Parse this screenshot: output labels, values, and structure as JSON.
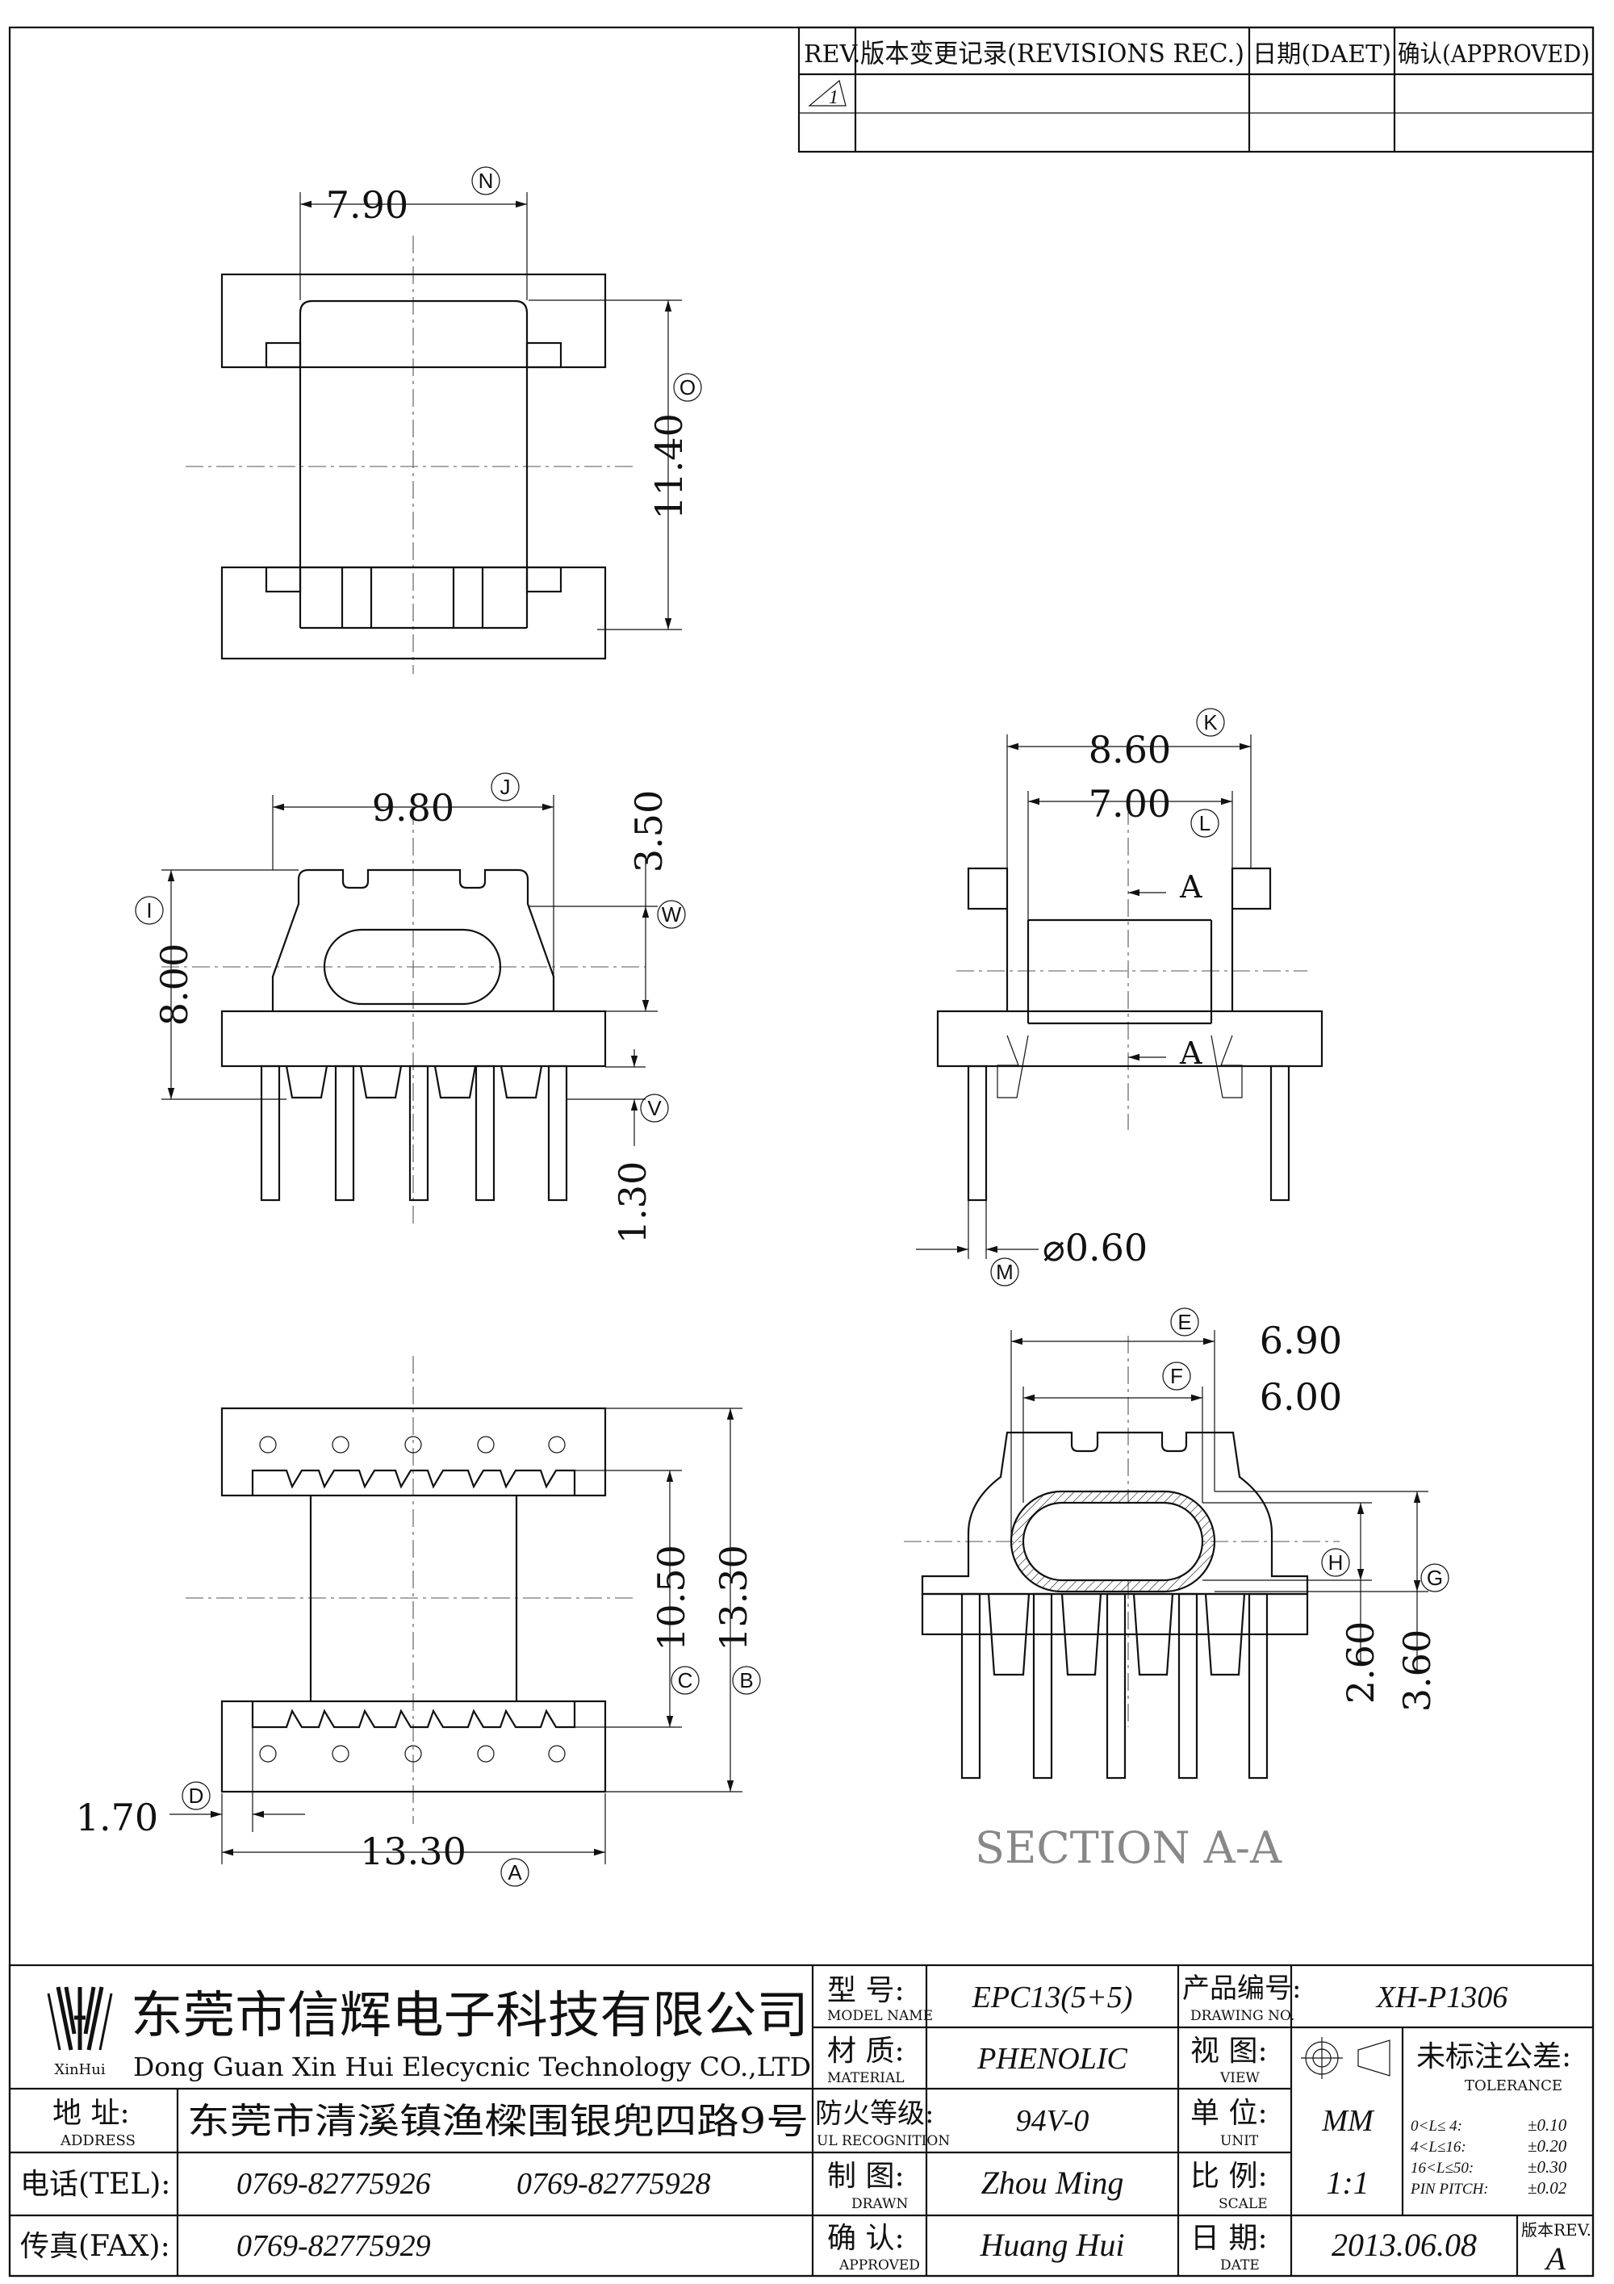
{
  "revision_table": {
    "headers": [
      "REV.",
      "版本变更记录(REVISIONS REC.)",
      "日期(DAET)",
      "确认(APPROVED)"
    ],
    "rev_mark": "1"
  },
  "dimensions": {
    "N": "7.90",
    "O": "11.40",
    "J": "9.80",
    "I": "8.00",
    "W": "3.50",
    "V": "1.30",
    "K": "8.60",
    "L": "7.00",
    "M": "⌀0.60",
    "C": "10.50",
    "B": "13.30",
    "A": "13.30",
    "D": "1.70",
    "E": "6.90",
    "F": "6.00",
    "H": "2.60",
    "G": "3.60"
  },
  "labels": {
    "N": "N",
    "O": "O",
    "J": "J",
    "I": "I",
    "W": "W",
    "V": "V",
    "K": "K",
    "L": "L",
    "M": "M",
    "C": "C",
    "B": "B",
    "A": "A",
    "D": "D",
    "E": "E",
    "F": "F",
    "H": "H",
    "G": "G",
    "section_arrow": "A",
    "section_title": "SECTION A-A"
  },
  "title_block": {
    "logo_text": "XinHui",
    "company_cn": "东莞市信辉电子科技有限公司",
    "company_en": "Dong Guan Xin Hui Elecycnic Technology CO.,LTD",
    "address_label": "地 址:",
    "address_label_en": "ADDRESS",
    "address": "东莞市清溪镇渔樑围银兜四路9号",
    "tel_label": "电话(TEL):",
    "tel1": "0769-82775926",
    "tel2": "0769-82775928",
    "fax_label": "传真(FAX):",
    "fax": "0769-82775929",
    "model_label": "型 号:",
    "model_label_en": "MODEL NAME",
    "model": "EPC13(5+5)",
    "material_label": "材 质:",
    "material_label_en": "MATERIAL",
    "material": "PHENOLIC",
    "ul_label": "防火等级:",
    "ul_label_en": "UL RECOGNITION",
    "ul": "94V-0",
    "drawn_label": "制 图:",
    "drawn_label_en": "DRAWN",
    "drawn": "Zhou Ming",
    "approved_label": "确 认:",
    "approved_label_en": "APPROVED",
    "approved": "Huang Hui",
    "drawing_no_label": "产品编号:",
    "drawing_no_label_en": "DRAWING NO.",
    "drawing_no": "XH-P1306",
    "view_label": "视 图:",
    "view_label_en": "VIEW",
    "unit_label": "单 位:",
    "unit_label_en": "UNIT",
    "unit": "MM",
    "scale_label": "比 例:",
    "scale_label_en": "SCALE",
    "scale": "1:1",
    "date_label": "日 期:",
    "date_label_en": "DATE",
    "date": "2013.06.08",
    "tolerance_title": "未标注公差:",
    "tolerance_title_en": "TOLERANCE",
    "tolerances": [
      {
        "range": "0<L≤ 4:",
        "value": "±0.10"
      },
      {
        "range": "4<L≤16:",
        "value": "±0.20"
      },
      {
        "range": "16<L≤50:",
        "value": "±0.30"
      },
      {
        "range": "PIN PITCH:",
        "value": "±0.02"
      }
    ],
    "rev_label": "版本REV.",
    "rev": "A"
  }
}
